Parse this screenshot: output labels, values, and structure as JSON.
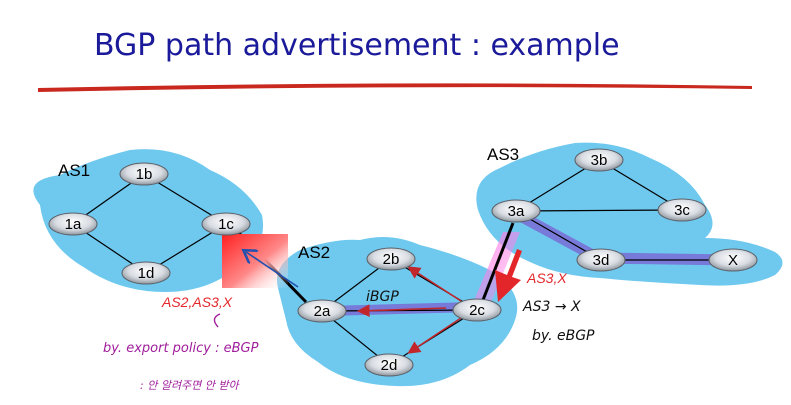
{
  "slide": {
    "title": "BGP path advertisement : example"
  },
  "colors": {
    "title": "#1a1a9a",
    "divider": "#c8281e",
    "as_cloud": "#6fc9ef",
    "path_highlight": "#7a5fd0",
    "advertisement_arrow": "#e3262a",
    "handwriting_purple": "#a01d9c",
    "handwriting_red": "#c0262a"
  },
  "autonomous_systems": {
    "as1": "AS1",
    "as2": "AS2",
    "as3": "AS3"
  },
  "routers": {
    "r1a": "1a",
    "r1b": "1b",
    "r1c": "1c",
    "r1d": "1d",
    "r2a": "2a",
    "r2b": "2b",
    "r2c": "2c",
    "r2d": "2d",
    "r3a": "3a",
    "r3b": "3b",
    "r3c": "3c",
    "r3d": "3d",
    "rx": "X"
  },
  "advertisements": {
    "from_as3": "AS3,X",
    "from_as2": "AS2,AS3,X"
  },
  "annotations": {
    "as3_path": "AS3 → X",
    "ebgp_note": "by. eBGP",
    "ibgp_note": "iBGP",
    "export_policy_note": "by. export policy : eBGP",
    "korean_note": ": 안 알려주면 안 받아"
  }
}
